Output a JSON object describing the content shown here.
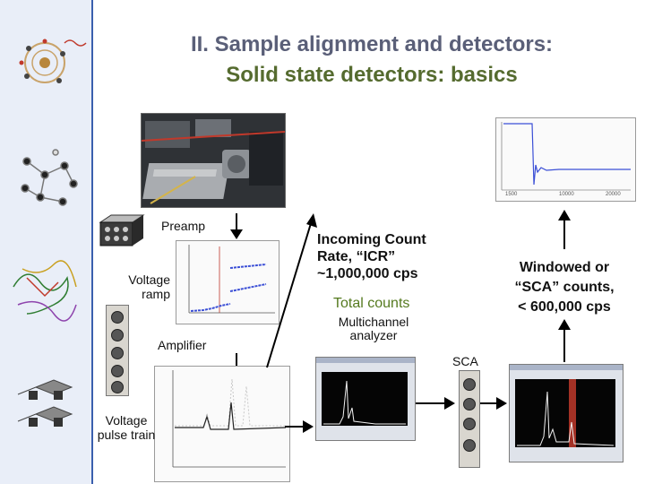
{
  "title": {
    "line1": "II. Sample alignment and detectors:",
    "line2": "Solid state detectors: basics"
  },
  "labels": {
    "preamp": "Preamp",
    "voltage_ramp": "Voltage\nramp",
    "amplifier": "Amplifier",
    "voltage_pulse_train": "Voltage\npulse train",
    "icr": "Incoming Count\nRate, “ICR”\n~1,000,000 cps",
    "total_counts": "Total counts",
    "mca": "Multichannel\nanalyzer",
    "sca": "SCA",
    "windowed": "Windowed or\n“SCA” counts,\n< 600,000 cps"
  },
  "colors": {
    "title_line1": "#5a5f78",
    "title_line2": "#556b2f",
    "total_counts": "#557a1f",
    "sidebar": "#e9eef8",
    "sidebar_border": "#3a5fae",
    "ramp_trace": "#3b4fd6",
    "window_marker": "#c0392b"
  },
  "scope_ticks": {
    "x": [
      "1500",
      "10000",
      "20000"
    ]
  }
}
